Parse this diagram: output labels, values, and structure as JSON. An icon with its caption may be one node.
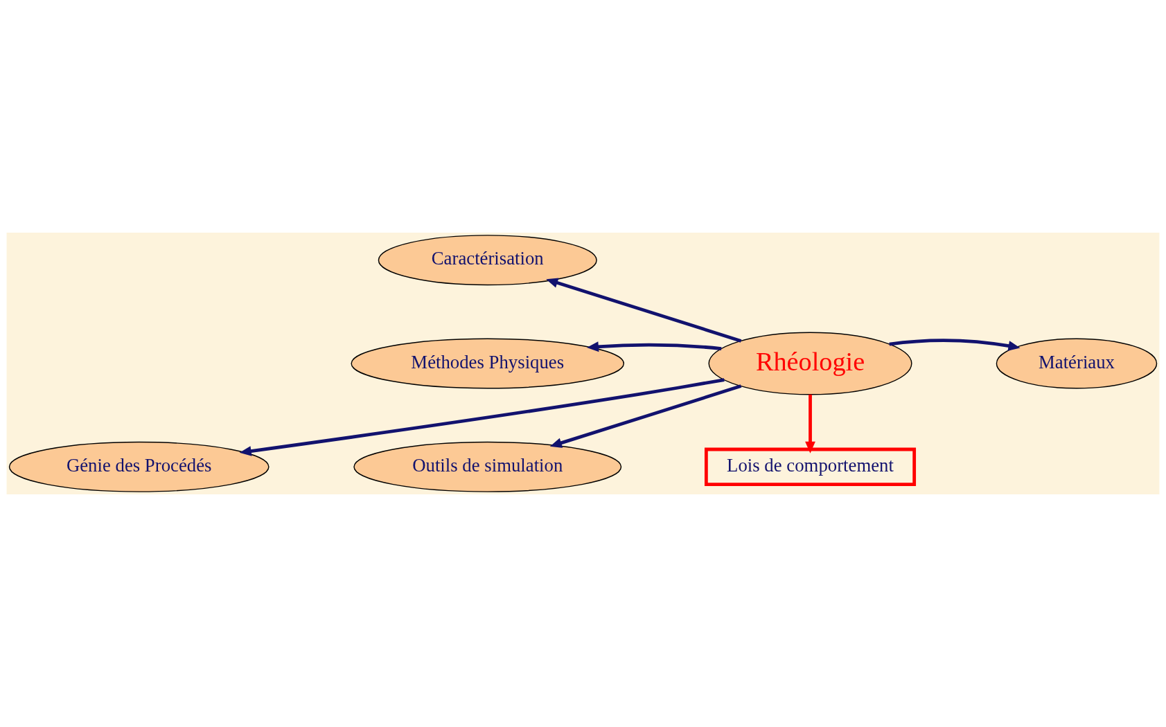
{
  "diagram": {
    "nodes": [
      {
        "text": [
          "Rhéologie"
        ]
      },
      {
        "text": [
          "Caractérisation"
        ]
      },
      {
        "text": [
          "Méthodes Physiques"
        ]
      },
      {
        "text": [
          "Matériaux"
        ]
      },
      {
        "text": [
          "Génie des Procédés"
        ]
      },
      {
        "text": [
          "Outils de simulation"
        ]
      },
      {
        "text": [
          "Lois de comportement"
        ]
      }
    ],
    "edges": [
      {
        "from": 0,
        "to": 1,
        "arrow": "to"
      },
      {
        "from": 0,
        "to": 2,
        "arrow": "to"
      },
      {
        "from": 0,
        "to": 3,
        "arrow": "to"
      },
      {
        "from": 0,
        "to": 4,
        "arrow": "to"
      },
      {
        "from": 0,
        "to": 5,
        "arrow": "to"
      },
      {
        "from": 0,
        "to": 6,
        "arrow": "to",
        "color": "#ff0000"
      }
    ]
  }
}
